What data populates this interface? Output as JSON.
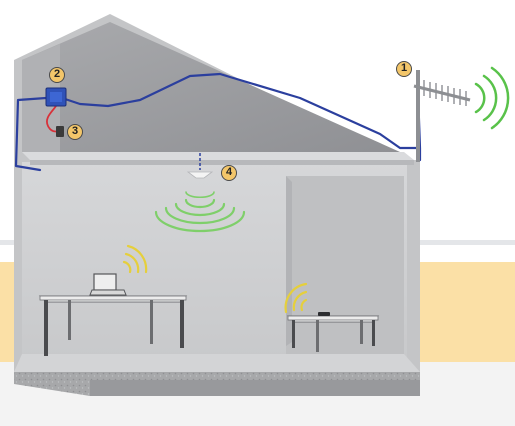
{
  "callouts": [
    {
      "id": "1",
      "label": "1"
    },
    {
      "id": "2",
      "label": "2"
    },
    {
      "id": "3",
      "label": "3"
    },
    {
      "id": "4",
      "label": "4"
    }
  ],
  "colors": {
    "cable": "#2b3f9e",
    "power_cable": "#d8313a",
    "indoor_signal": "#7fcf6a",
    "outdoor_signal": "#59c24a",
    "device_signal": "#e5cf3c",
    "floor_band": "#fbe0a6",
    "callout_fill": "#f3c66a"
  }
}
